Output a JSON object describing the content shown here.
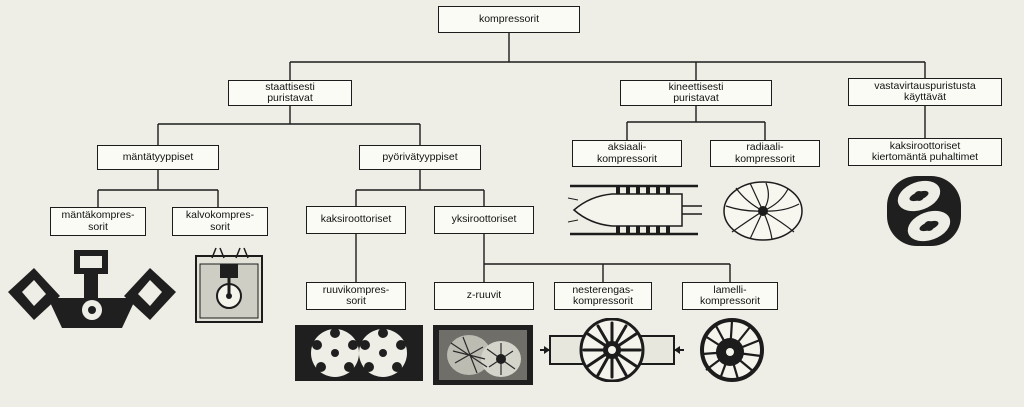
{
  "diagram": {
    "root": "kompressorit",
    "nodes": {
      "staattisesti": "staattisesti\npuristavat",
      "kineettisesti": "kineettisesti\npuristavat",
      "vastavirtaus": "vastavirtauspuristusta\nkäyttävät",
      "mantatyyppiset": "mäntätyyppiset",
      "pyorivatyyppiset": "pyörivätyyppiset",
      "aksiaali": "aksiaali-\nkompressorit",
      "radiaali": "radiaali-\nkompressorit",
      "kaksiroottoriset_kierto": "kaksiroottoriset\nkiertomäntä puhaltimet",
      "mantakompressorit": "mäntäkompres-\nsorit",
      "kalvokompressorit": "kalvokompres-\nsorit",
      "kaksiroottoriset": "kaksiroottoriset",
      "yksiroottoriset": "yksiroottoriset",
      "ruuvikompressorit": "ruuvikompres-\nsorit",
      "z_ruuvit": "z-ruuvit",
      "nesterengas": "nesterengas-\nkompressorit",
      "lamelli": "lamelli-\nkompressorit"
    },
    "colors": {
      "background": "#efeee6",
      "box_fill": "#fbfbf6",
      "ink": "#1c1c1c"
    },
    "illustrations": [
      "piston-compressor-illustration",
      "diaphragm-compressor-illustration",
      "screw-compressor-illustration",
      "single-screw-compressor-illustration",
      "liquid-ring-compressor-illustration",
      "vane-compressor-illustration",
      "axial-compressor-illustration",
      "radial-compressor-illustration",
      "roots-blower-illustration"
    ]
  }
}
